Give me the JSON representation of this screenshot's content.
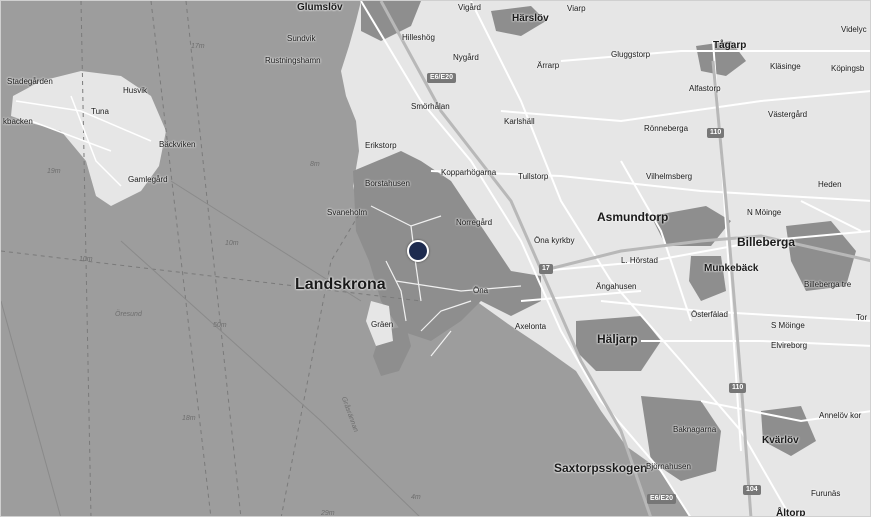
{
  "colors": {
    "water": "#9d9d9d",
    "land": "#e6e6e6",
    "urban": "#8e8e8e",
    "road": "#ffffff",
    "marker": "#1d2b4f"
  },
  "places": {
    "landskrona": "Landskrona",
    "glumslov": "Glumslöv",
    "harslov": "Härslöv",
    "tagarp": "Tågarp",
    "asmundtorp": "Asmundtorp",
    "billeberga": "Billeberga",
    "munkeback": "Munkebäck",
    "haljarp": "Häljarp",
    "saxtorpsskogen": "Saxtorpsskogen",
    "karlov": "Kvärlöv",
    "sundvik": "Sundvik",
    "rustningshamn": "Rustningshamn",
    "hilleshog": "Hilleshög",
    "nygard": "Nygård",
    "arrarp": "Ärrarp",
    "viarp": "Viarp",
    "vigard": "Vigård",
    "gluggstorp": "Gluggstorp",
    "vidalyc": "Videlyc",
    "klasinge": "Kläsinge",
    "kopingsb": "Köpingsb",
    "alfastorp": "Alfastorp",
    "vastergard": "Västergård",
    "ronneberga": "Rönneberga",
    "karlshall": "Karlshäll",
    "smorhalan": "Smörhålan",
    "erikstorp": "Erikstorp",
    "borstahusen": "Borstahusen",
    "kopparhogarna": "Kopparhögarna",
    "tullstorp": "Tullstorp",
    "vilhelmsberg": "Vilhelmsberg",
    "heden": "Heden",
    "svaneholm": "Svaneholm",
    "norregard": "Norregård",
    "nmoinge": "N Möinge",
    "ona_kyrkby": "Öna kyrkby",
    "lhorstad": "L. Hörstad",
    "billeberga_tre": "Billeberga tre",
    "angahusen": "Ängahusen",
    "ona": "Öna",
    "axelonta": "Axelonta",
    "graen": "Gräen",
    "osterfalad": "Österfälad",
    "smoinge": "S Möinge",
    "elvireborg": "Elvireborg",
    "tor": "Tor",
    "anneloy": "Annelöv kor",
    "baknagarna": "Baknagarna",
    "bjornahusen": "Björnahusen",
    "furunas": "Furunäs",
    "altorp": "Åltorp",
    "stadegarden": "Stadegården",
    "husvik": "Husvik",
    "tuna": "Tuna",
    "backviken": "Bäckviken",
    "bracken": "kbacken",
    "gamlegard": "Gamlegård"
  },
  "water_labels": {
    "oresund": "Öresund",
    "grasrannan": "Gråsrännan"
  },
  "depths": [
    "17m",
    "19m",
    "10m",
    "8m",
    "10m",
    "50m",
    "18m",
    "4m",
    "29m"
  ],
  "roads": {
    "e6_north": "E6/E20",
    "e6_south": "E6/E20",
    "r17": "17",
    "r110_north": "110",
    "r110_south": "110",
    "r104": "104"
  },
  "marker": {
    "label": "location-marker"
  }
}
